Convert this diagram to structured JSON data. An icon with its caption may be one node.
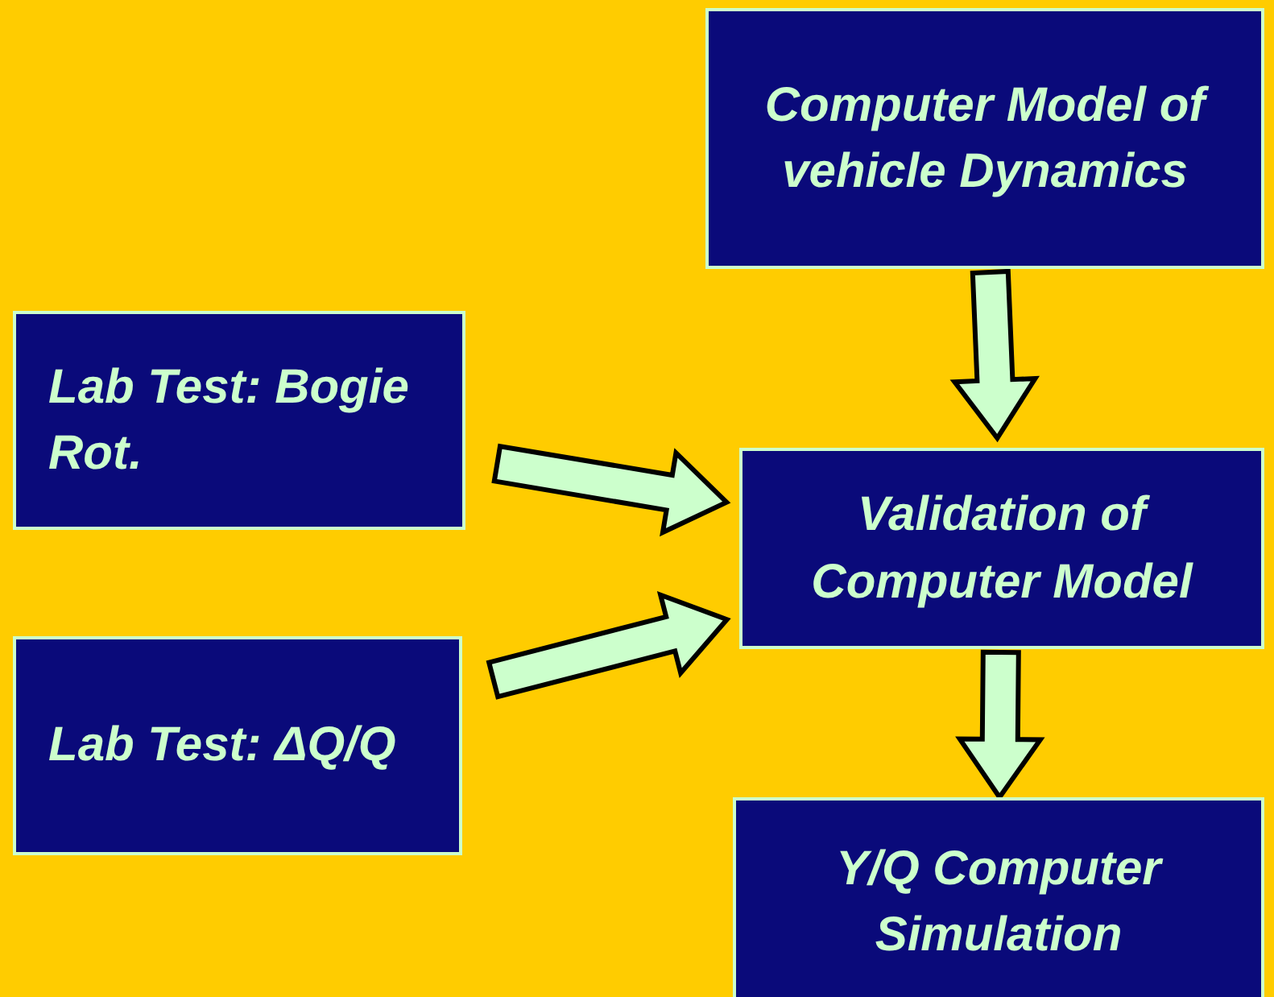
{
  "diagram": {
    "nodes": [
      {
        "text": [
          "Computer Model of vehicle Dynamics"
        ]
      },
      {
        "text": [
          "Lab Test: Bogie Rot."
        ]
      },
      {
        "text": [
          "Lab Test: ΔQ/Q"
        ]
      },
      {
        "text": [
          "Validation of Computer Model"
        ]
      },
      {
        "text": [
          "Y/Q Computer Simulation"
        ]
      }
    ],
    "edges": [
      {
        "from": 0,
        "to": 3,
        "arrow": "to"
      },
      {
        "from": 1,
        "to": 3,
        "arrow": "to"
      },
      {
        "from": 2,
        "to": 3,
        "arrow": "to"
      },
      {
        "from": 3,
        "to": 4,
        "arrow": "to"
      }
    ]
  }
}
